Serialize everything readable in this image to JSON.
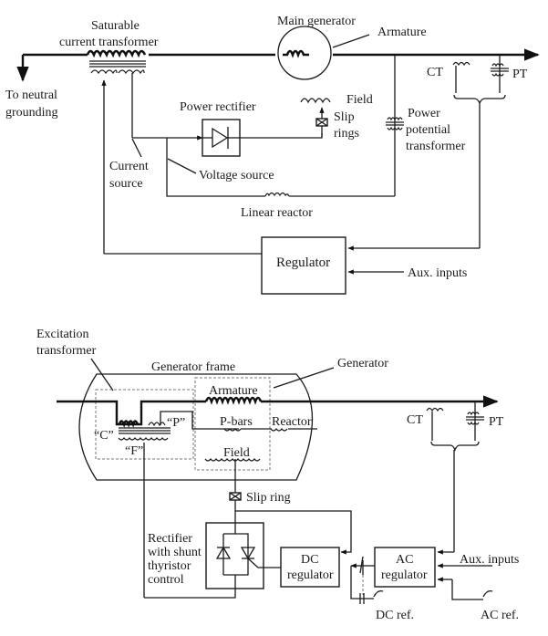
{
  "figure": {
    "top": {
      "labels": {
        "saturable_ct_line1": "Saturable",
        "saturable_ct_line2": "current transformer",
        "main_generator": "Main generator",
        "armature": "Armature",
        "to_neutral_line1": "To neutral",
        "to_neutral_line2": "grounding",
        "power_rectifier": "Power rectifier",
        "field": "Field",
        "slip_rings_line1": "Slip",
        "slip_rings_line2": "rings",
        "ct": "CT",
        "pt": "PT",
        "ppt_line1": "Power",
        "ppt_line2": "potential",
        "ppt_line3": "transformer",
        "current_source_line1": "Current",
        "current_source_line2": "source",
        "voltage_source": "Voltage source",
        "linear_reactor": "Linear reactor",
        "regulator": "Regulator",
        "aux_inputs": "Aux. inputs"
      }
    },
    "bottom": {
      "labels": {
        "excitation_line1": "Excitation",
        "excitation_line2": "transformer",
        "generator_frame": "Generator frame",
        "generator": "Generator",
        "armature": "Armature",
        "c_winding": "“C”",
        "p_winding": "“P”",
        "f_winding": "“F”",
        "p_bars": "P-bars",
        "reactor": "Reactor",
        "field": "Field",
        "ct": "CT",
        "pt": "PT",
        "slip_ring": "Slip ring",
        "rectifier_line1": "Rectifier",
        "rectifier_line2": "with shunt",
        "rectifier_line3": "thyristor",
        "rectifier_line4": "control",
        "dc_regulator_line1": "DC",
        "dc_regulator_line2": "regulator",
        "ac_regulator_line1": "AC",
        "ac_regulator_line2": "regulator",
        "aux_inputs": "Aux. inputs",
        "dc_ref": "DC ref.",
        "ac_ref": "AC ref."
      }
    }
  }
}
